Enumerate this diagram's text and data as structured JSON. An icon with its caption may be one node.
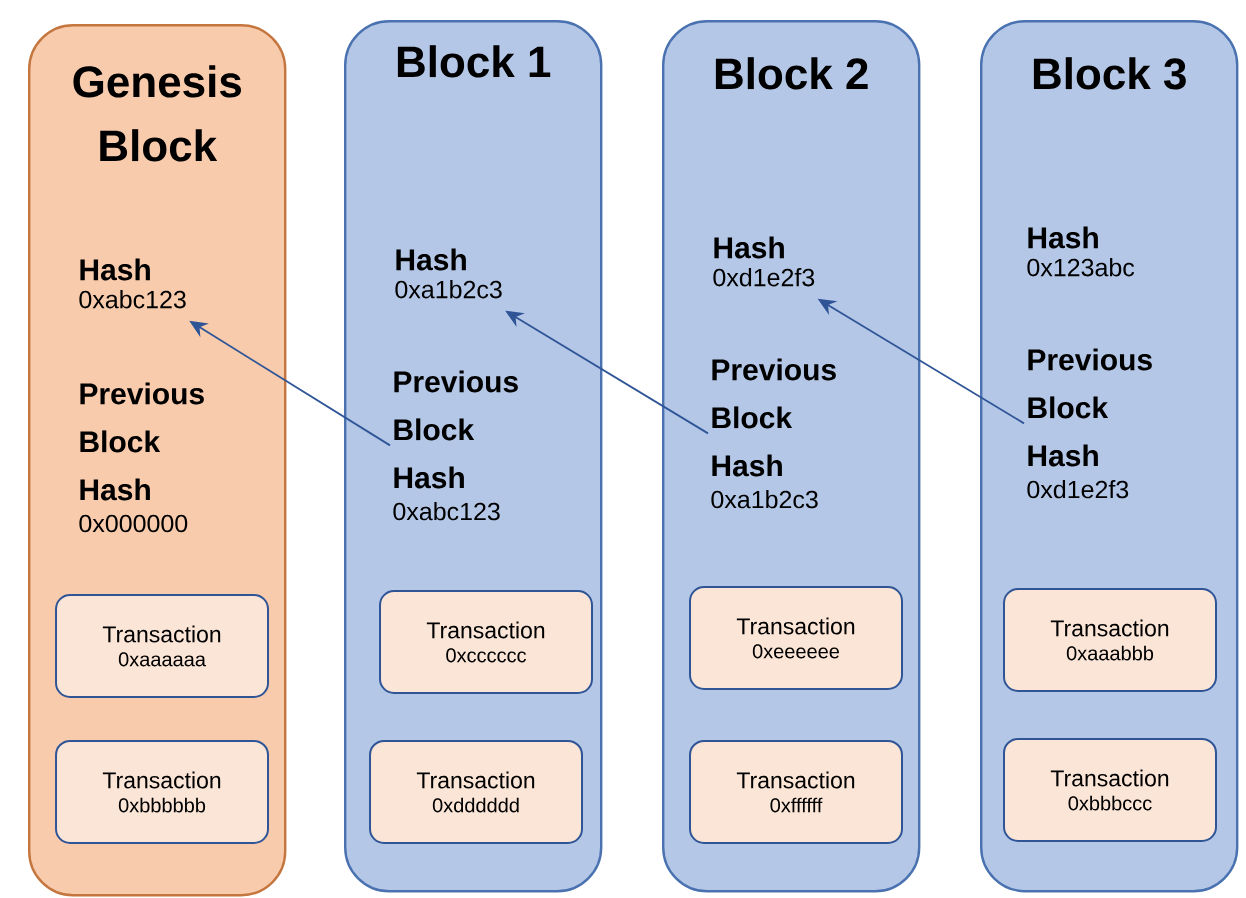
{
  "diagram": {
    "nodes": [
      {
        "text": [
          "Genesis Block"
        ]
      },
      {
        "text": [
          "Hash",
          "0xabc123"
        ],
        "in": 0
      },
      {
        "text": [
          "Previous Block Hash",
          "0x000000"
        ],
        "in": 0
      },
      {
        "text": [
          "Transaction",
          "0xaaaaaa"
        ],
        "in": 0
      },
      {
        "text": [
          "Transaction",
          "0xbbbbbb"
        ],
        "in": 0
      },
      {
        "text": [
          "Block 1"
        ]
      },
      {
        "text": [
          "Hash",
          "0xa1b2c3"
        ],
        "in": 5
      },
      {
        "text": [
          "Previous Block Hash",
          "0xabc123"
        ],
        "in": 5
      },
      {
        "text": [
          "Transaction",
          "0xcccccc"
        ],
        "in": 5
      },
      {
        "text": [
          "Transaction",
          "0xdddddd"
        ],
        "in": 5
      },
      {
        "text": [
          "Block 2"
        ]
      },
      {
        "text": [
          "Hash",
          "0xd1e2f3"
        ],
        "in": 10
      },
      {
        "text": [
          "Previous Block Hash",
          "0xa1b2c3"
        ],
        "in": 10
      },
      {
        "text": [
          "Transaction",
          "0xeeeeee"
        ],
        "in": 10
      },
      {
        "text": [
          "Transaction",
          "0xffffff"
        ],
        "in": 10
      },
      {
        "text": [
          "Block 3"
        ]
      },
      {
        "text": [
          "Hash",
          "0x123abc"
        ],
        "in": 15
      },
      {
        "text": [
          "Previous Block Hash",
          "0xd1e2f3"
        ],
        "in": 15
      },
      {
        "text": [
          "Transaction",
          "0xaaabbb"
        ],
        "in": 15
      },
      {
        "text": [
          "Transaction",
          "0xbbbccc"
        ],
        "in": 15
      }
    ],
    "edges": [
      {
        "from": 7,
        "to": 1,
        "arrow": "to"
      },
      {
        "from": 12,
        "to": 6,
        "arrow": "to"
      },
      {
        "from": 17,
        "to": 11,
        "arrow": "to"
      }
    ]
  }
}
